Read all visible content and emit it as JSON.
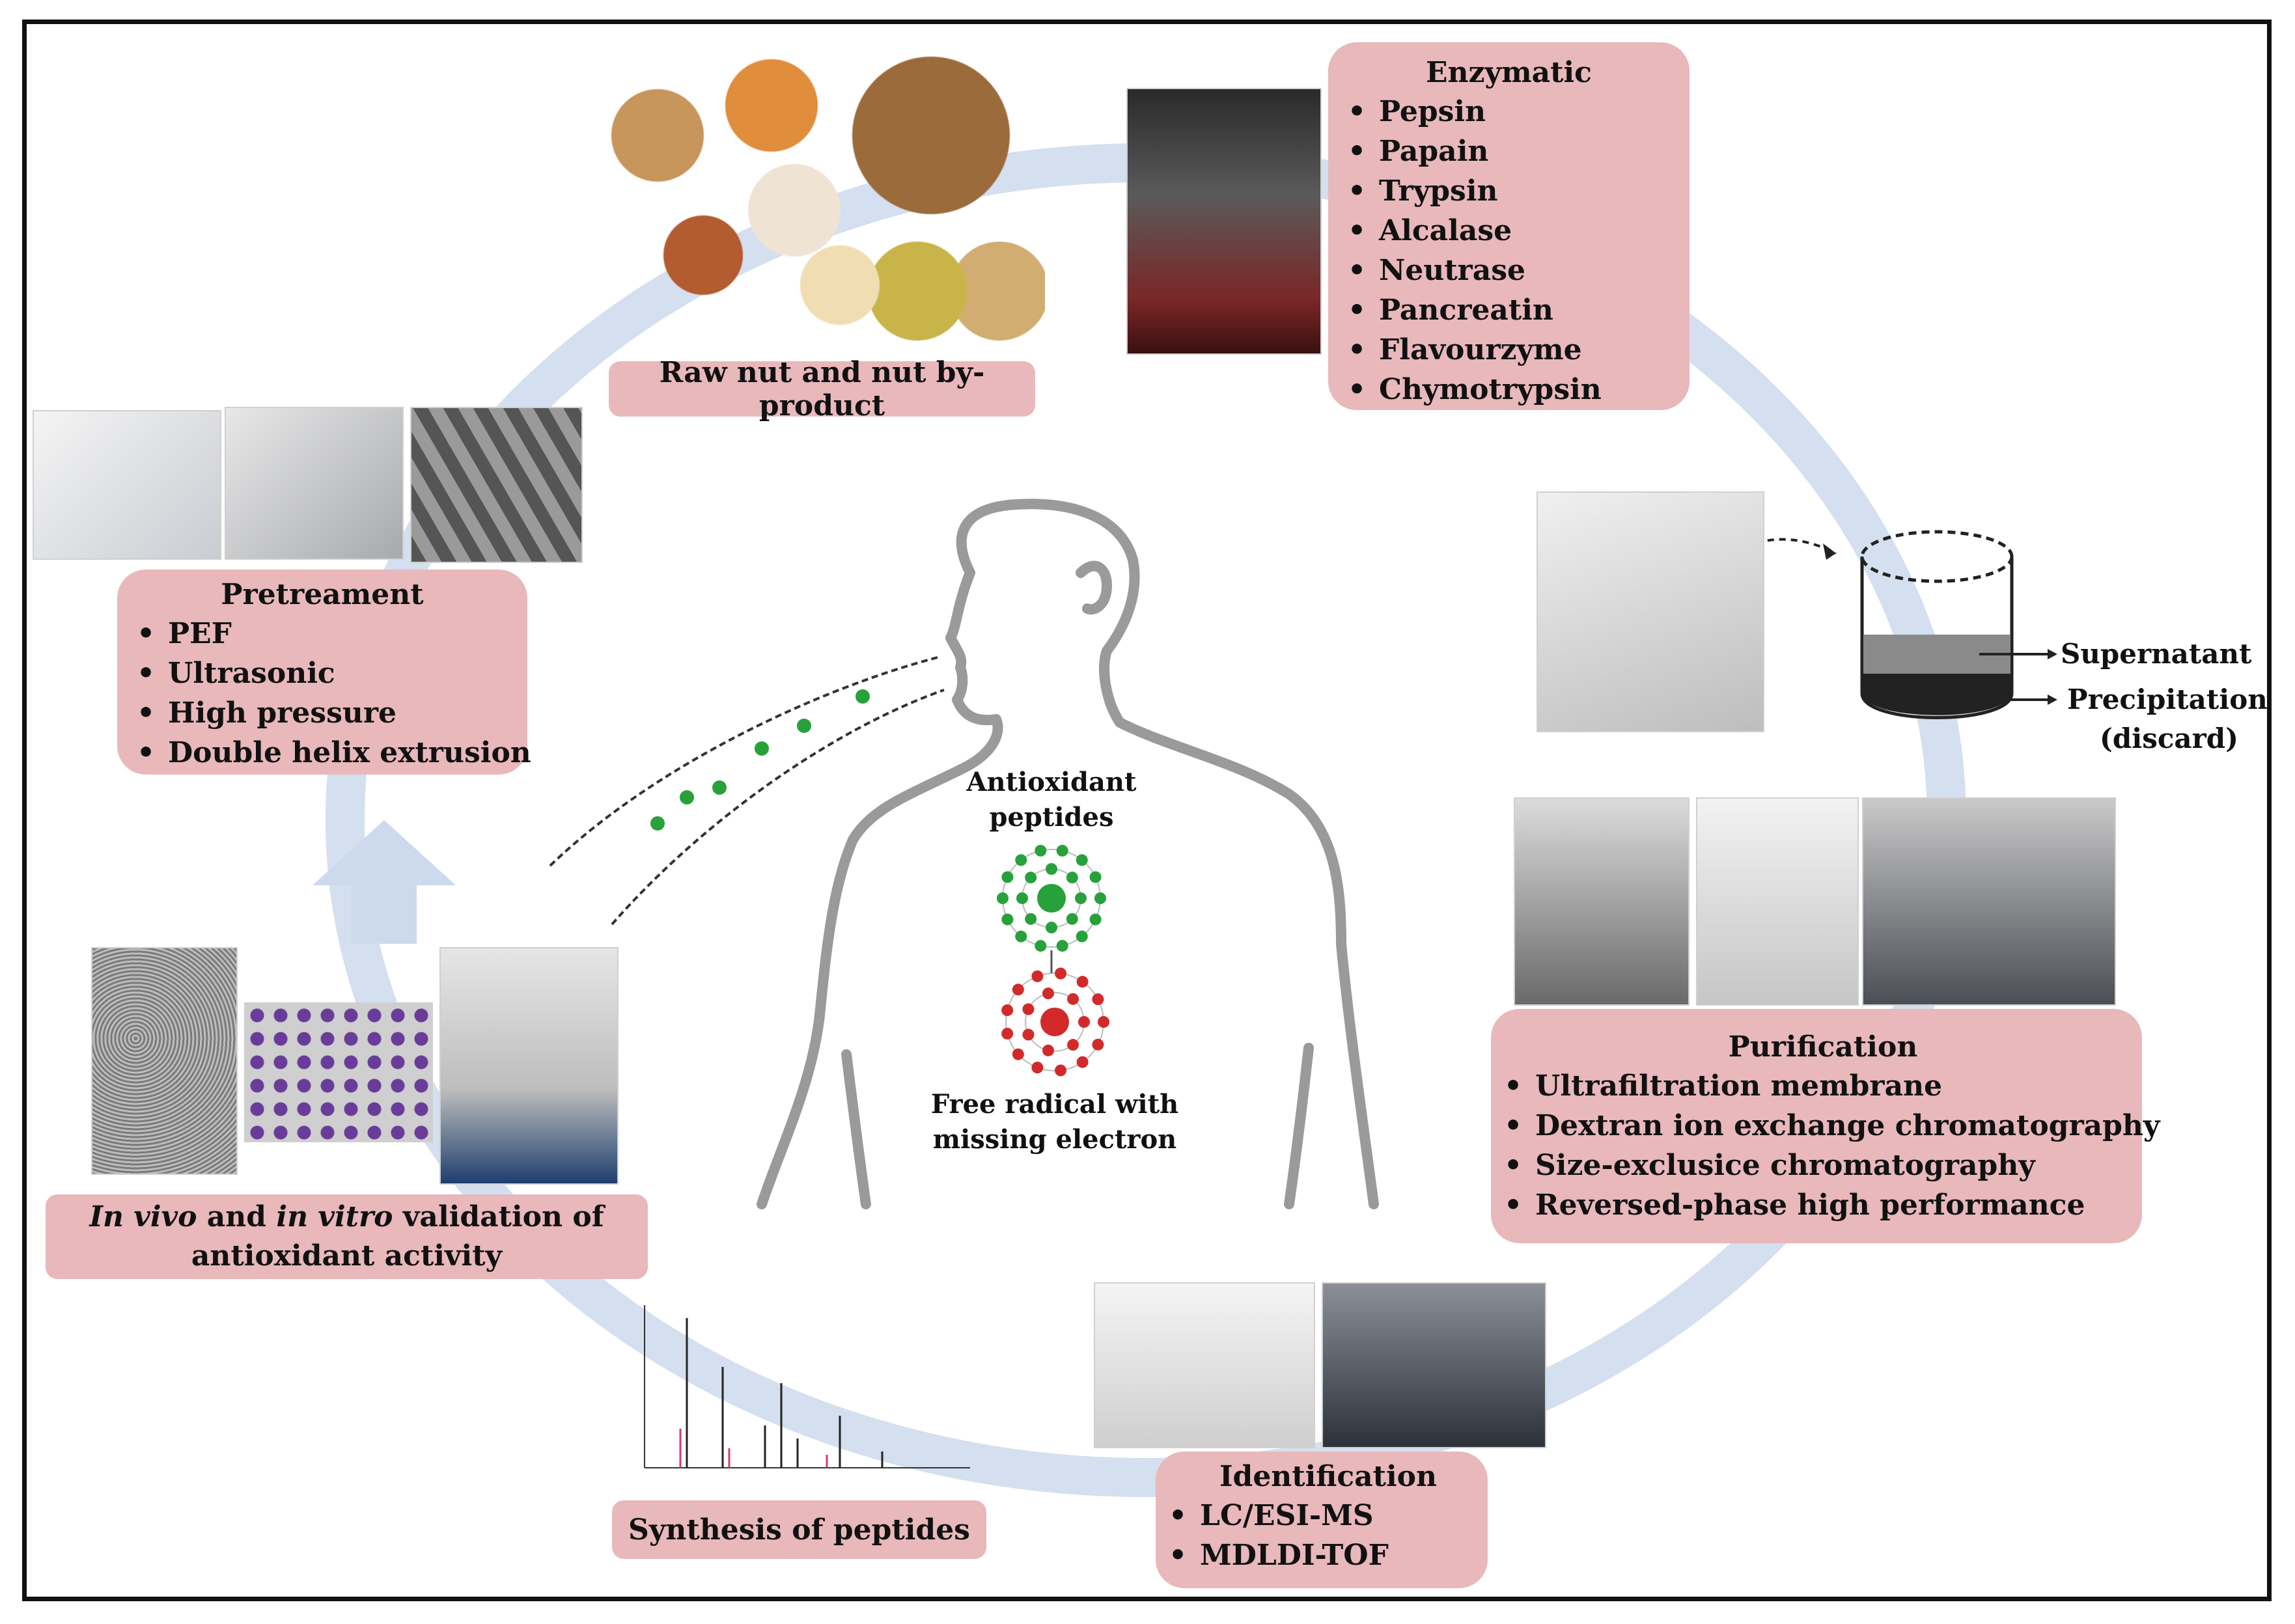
{
  "enzymatic": {
    "title": "Enzymatic",
    "items": [
      "Pepsin",
      "Papain",
      "Trypsin",
      "Alcalase",
      "Neutrase",
      "Pancreatin",
      "Flavourzyme",
      "Chymotrypsin"
    ]
  },
  "raw_nut": {
    "label": "Raw nut and nut by-product"
  },
  "pretreatment": {
    "title": "Pretreament",
    "items": [
      "PEF",
      "Ultrasonic",
      "High pressure",
      "Double helix extrusion"
    ]
  },
  "centrifuge": {
    "supernatant": "Supernatant",
    "precipitation": "Precipitation",
    "discard": "(discard)"
  },
  "purification": {
    "title": "Purification",
    "items": [
      "Ultrafiltration membrane",
      "Dextran ion exchange chromatography",
      "Size-exclusice chromatography",
      "Reversed-phase high performance"
    ]
  },
  "identification": {
    "title": "Identification",
    "items": [
      "LC/ESI-MS",
      "MDLDI-TOF"
    ]
  },
  "synthesis": {
    "label": "Synthesis of peptides"
  },
  "validation": {
    "em1": "In vivo",
    "mid": " and ",
    "em2": "in vitro",
    "rest": " validation of",
    "line2": "antioxidant activity"
  },
  "center": {
    "antioxidant_line1": "Antioxidant",
    "antioxidant_line2": "peptides",
    "radical_line1": "Free radical with",
    "radical_line2": "missing electron"
  },
  "colors": {
    "box_fill": "#e8b8bb",
    "ring": "#cdd9ec",
    "body_outline": "#9a9a9a",
    "antioxidant_dot": "#27a13a",
    "radical_dot": "#d22a2a"
  }
}
